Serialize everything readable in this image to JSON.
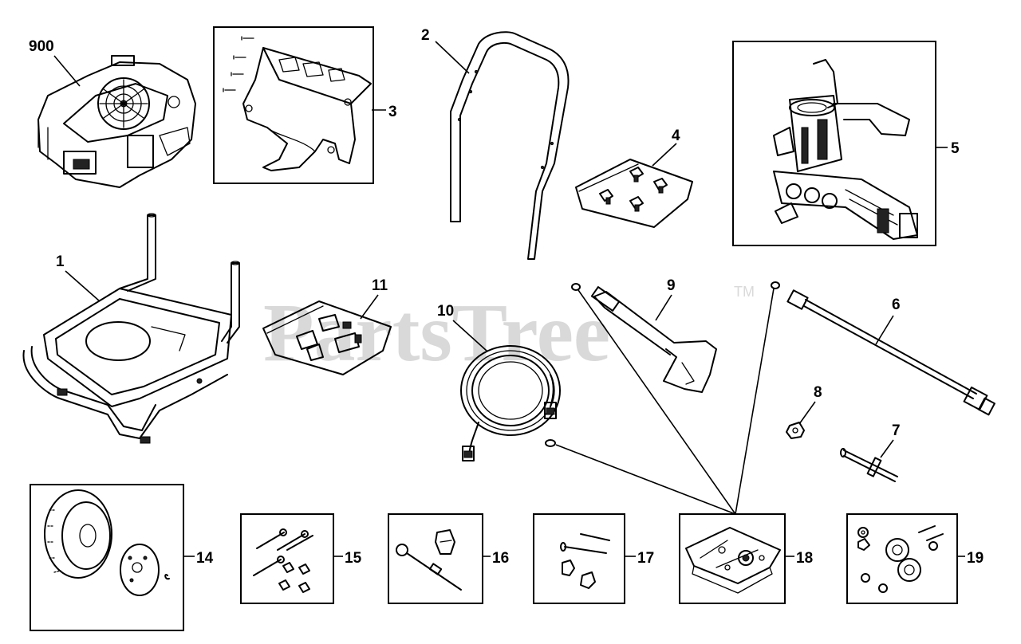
{
  "watermark": {
    "text": "PartsTree",
    "trademark": "TM"
  },
  "callouts": {
    "engine": "900",
    "frame": "1",
    "handle": "2",
    "bracket": "3",
    "nozzle_bag": "4",
    "pump": "5",
    "extension_wand": "6",
    "axle": "7",
    "nut": "8",
    "spray_gun": "9",
    "hose": "10",
    "fitting_bag": "11",
    "wheel_kit": "14",
    "bolt_kit": "15",
    "pin_kit": "16",
    "screw_kit": "17",
    "plate_kit": "18",
    "hardware_kit": "19"
  },
  "colors": {
    "ink": "#000000",
    "watermark": "#d9d9d9",
    "background": "#ffffff"
  }
}
